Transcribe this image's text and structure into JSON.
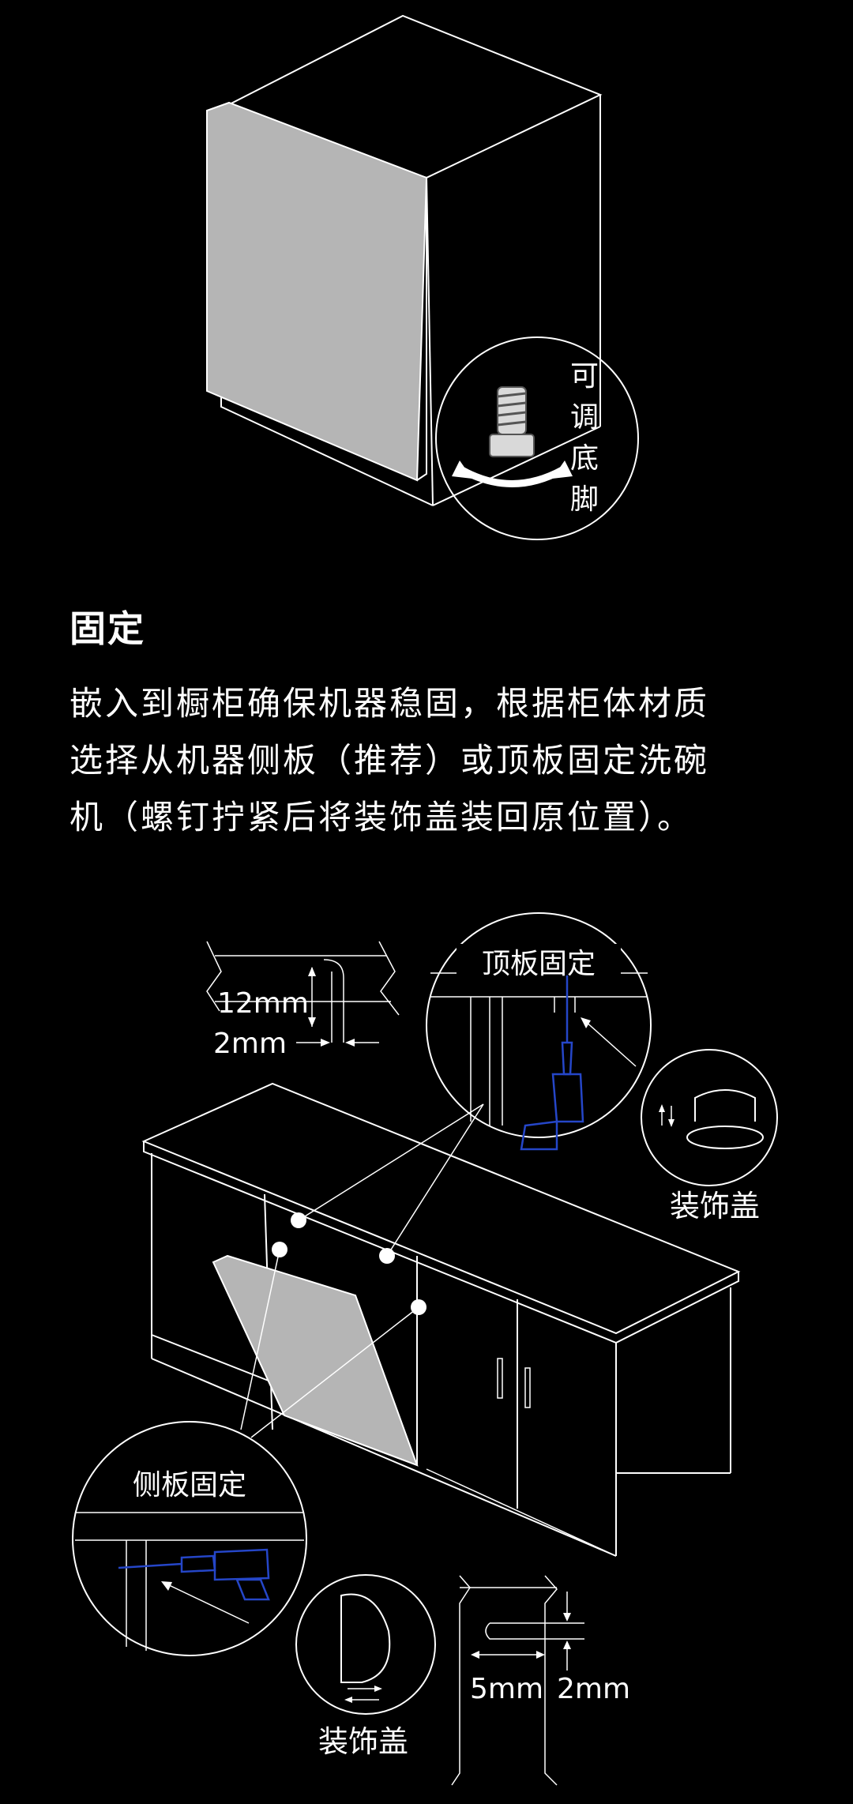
{
  "top_diagram": {
    "foot_label": [
      "可",
      "调",
      "底",
      "脚"
    ]
  },
  "section": {
    "heading": "固定",
    "body_lines": [
      "嵌入到橱柜确保机器稳固，根据柜体材质",
      "选择从机器侧板（推荐）或顶板固定洗碗",
      "机（螺钉拧紧后将装饰盖装回原位置）。"
    ]
  },
  "bottom_diagram": {
    "dim_top_height": "12mm",
    "dim_top_gap": "2mm",
    "top_fix_label": "顶板固定",
    "side_fix_label": "侧板固定",
    "cover_label_right": "装饰盖",
    "cover_label_left": "装饰盖",
    "dim_side_depth": "5mm",
    "dim_side_gap": "2mm"
  }
}
